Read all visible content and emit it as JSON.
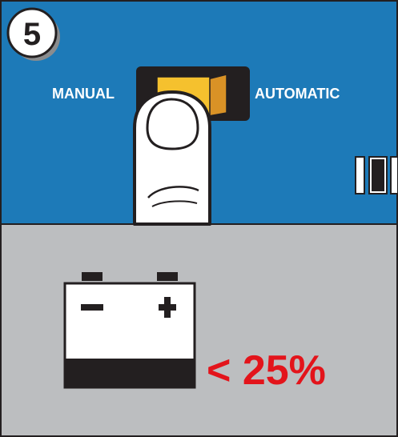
{
  "step": {
    "number": "5"
  },
  "switch": {
    "left_label": "MANUAL",
    "right_label": "AUTOMATIC",
    "position": "automatic"
  },
  "battery": {
    "minus_symbol": "−",
    "plus_symbol": "+",
    "threshold_label": "< 25%",
    "charge_level_percent": 25
  },
  "colors": {
    "top_panel": "#1d7ab8",
    "bottom_panel": "#bcbec0",
    "switch_rocker": "#f5c12e",
    "switch_shadow": "#d99226",
    "warning_text": "#e3141b",
    "outline": "#231f20"
  }
}
